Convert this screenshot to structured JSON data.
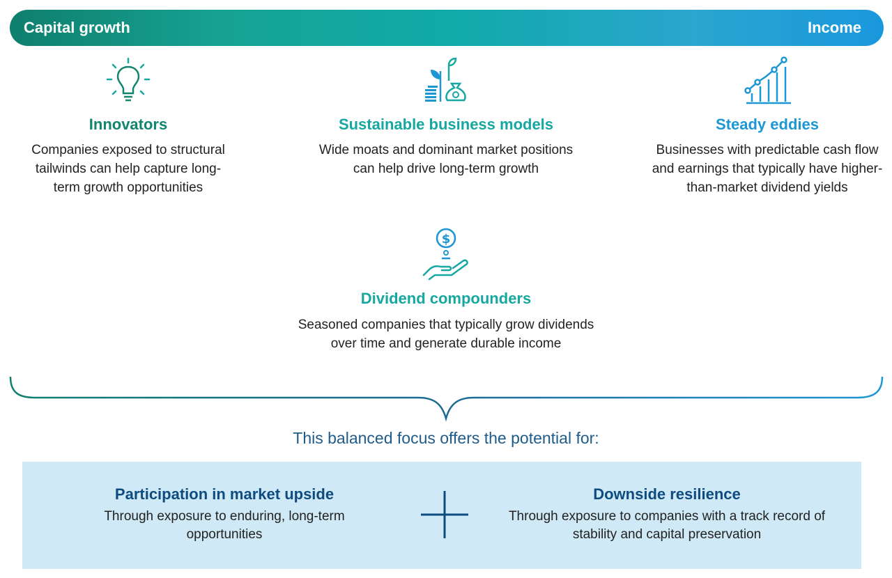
{
  "spectrum": {
    "left_label": "Capital growth",
    "right_label": "Income"
  },
  "categories": [
    {
      "title": "Innovators",
      "description": "Companies exposed to structural tailwinds can help capture long-term growth opportunities",
      "icon": "lightbulb-icon"
    },
    {
      "title": "Sustainable business models",
      "description": "Wide moats and dominant market positions can help drive long-term growth",
      "icon": "plant-money-bag-icon"
    },
    {
      "title": "Steady eddies",
      "description": "Businesses with predictable cash flow and earnings that typically have higher-than-market dividend yields",
      "icon": "growth-chart-icon"
    },
    {
      "title": "Dividend compounders",
      "description": "Seasoned companies that typically grow dividends over time and generate durable income",
      "icon": "hand-dollar-coin-icon"
    }
  ],
  "summary": {
    "lead": "This balanced focus offers the potential for:",
    "left": {
      "title": "Participation in market upside",
      "description": "Through exposure to enduring, long-term opportunities"
    },
    "right": {
      "title": "Downside resilience",
      "description": "Through exposure to companies with a track record of stability and capital preservation"
    }
  },
  "colors": {
    "green": "#12856f",
    "teal": "#16a8a0",
    "blue": "#1d97d3",
    "navy": "#0e4c80",
    "box": "#cfe9f6"
  }
}
